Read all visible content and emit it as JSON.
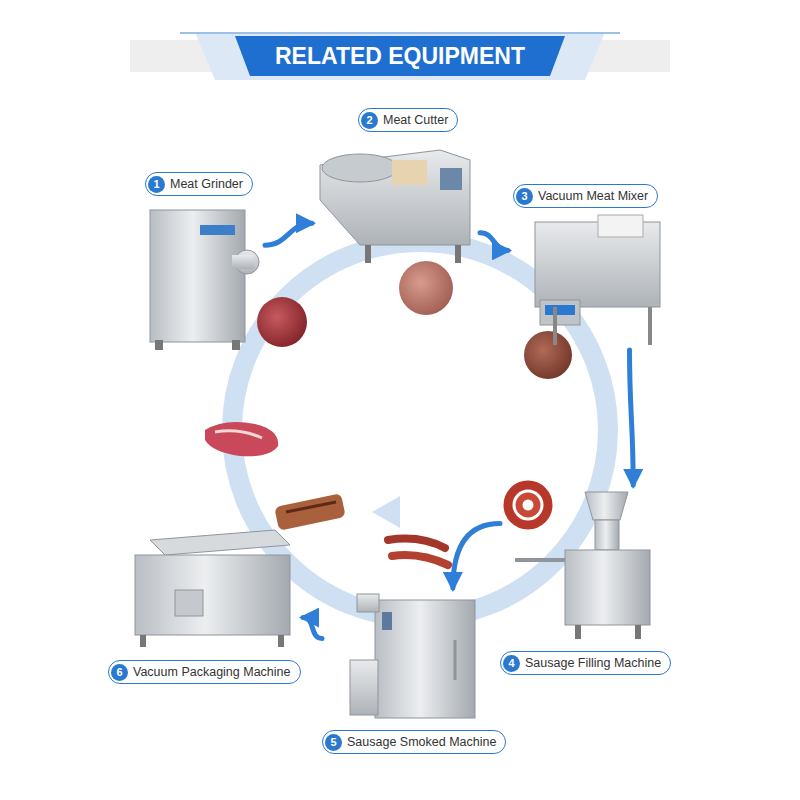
{
  "diagram": {
    "title": "RELATED EQUIPMENT",
    "nodes": [
      {
        "text": [
          "1",
          "Meat Grinder"
        ]
      },
      {
        "text": [
          "2",
          "Meat Cutter"
        ]
      },
      {
        "text": [
          "3",
          "Vacuum Meat Mixer"
        ]
      },
      {
        "text": [
          "4",
          "Sausage Filling Machine"
        ]
      },
      {
        "text": [
          "5",
          "Sausage Smoked Machine"
        ]
      },
      {
        "text": [
          "6",
          "Vacuum Packaging Machine"
        ]
      }
    ],
    "edges": [
      {
        "from": 0,
        "to": 1,
        "arrow": "to"
      },
      {
        "from": 1,
        "to": 2,
        "arrow": "to"
      },
      {
        "from": 2,
        "to": 3,
        "arrow": "to"
      },
      {
        "from": 3,
        "to": 4,
        "arrow": "to"
      },
      {
        "from": 4,
        "to": 5,
        "arrow": "to"
      }
    ]
  }
}
